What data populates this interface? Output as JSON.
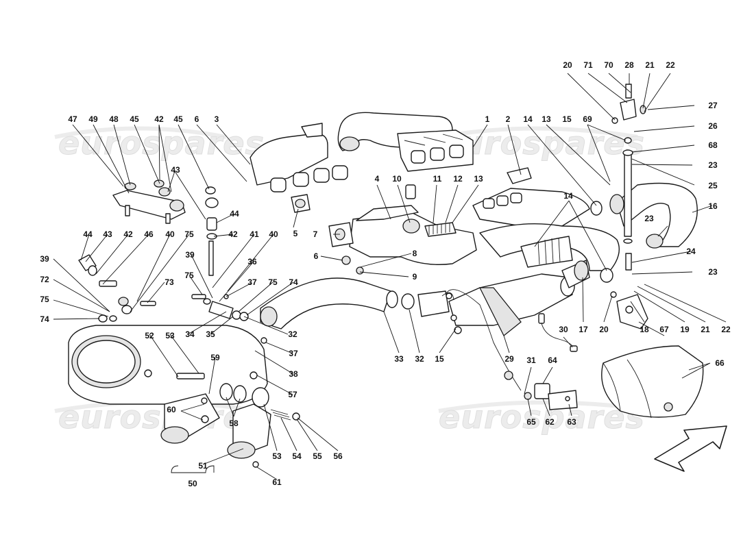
{
  "watermark": {
    "text": "eurospares"
  },
  "callouts": [
    "1",
    "2",
    "3",
    "4",
    "5",
    "6",
    "6",
    "7",
    "8",
    "9",
    "10",
    "11",
    "12",
    "13",
    "13",
    "14",
    "14",
    "15",
    "15",
    "16",
    "17",
    "18",
    "19",
    "20",
    "20",
    "21",
    "21",
    "22",
    "22",
    "23",
    "23",
    "23",
    "24",
    "25",
    "26",
    "27",
    "28",
    "29",
    "30",
    "31",
    "32",
    "32",
    "33",
    "34",
    "35",
    "36",
    "37",
    "37",
    "38",
    "39",
    "39",
    "40",
    "40",
    "41",
    "42",
    "42",
    "42",
    "43",
    "43",
    "44",
    "44",
    "45",
    "45",
    "46",
    "47",
    "48",
    "49",
    "50",
    "51",
    "52",
    "53",
    "53",
    "54",
    "55",
    "56",
    "57",
    "58",
    "59",
    "60",
    "61",
    "62",
    "63",
    "64",
    "65",
    "66",
    "67",
    "68",
    "69",
    "70",
    "71",
    "72",
    "73",
    "74",
    "74",
    "75",
    "75",
    "75",
    "75"
  ],
  "direction_arrow": {
    "icon": "front-direction-arrow-icon"
  }
}
